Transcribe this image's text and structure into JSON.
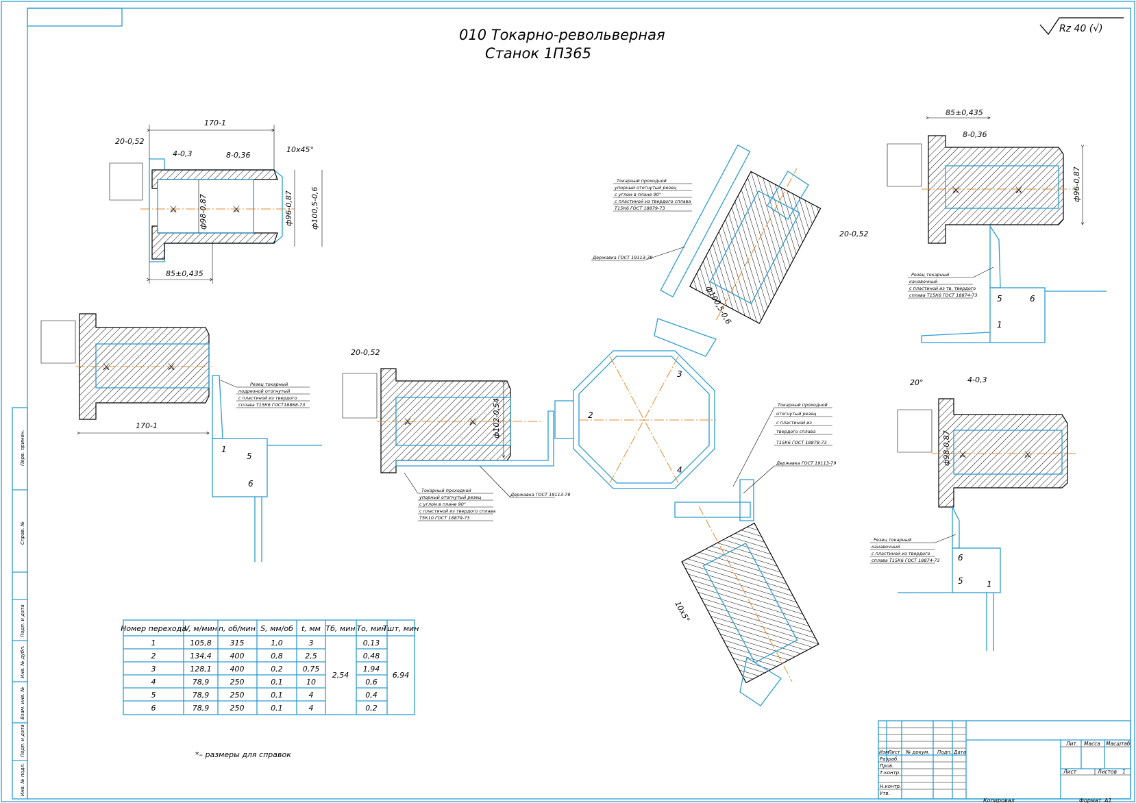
{
  "title": {
    "operation": "010 Токарно-револьверная",
    "machine": "Станок 1П365",
    "roughness": "Rz 40 (√)"
  },
  "table": {
    "headers": [
      "Номер перехода",
      "V, м/мин",
      "n, об/мин",
      "S, мм/об",
      "t, мм",
      "Тб, мин",
      "То, мин",
      "Тшт, мин"
    ],
    "rows": [
      [
        "1",
        "105,8",
        "315",
        "1,0",
        "3",
        "0,13"
      ],
      [
        "2",
        "134,4",
        "400",
        "0,8",
        "2,5",
        "0,48"
      ],
      [
        "3",
        "128,1",
        "400",
        "0,2",
        "0,75",
        "1,94"
      ],
      [
        "4",
        "78,9",
        "250",
        "0,1",
        "10",
        "0,6"
      ],
      [
        "5",
        "78,9",
        "250",
        "0,1",
        "4",
        "0,4"
      ],
      [
        "6",
        "78,9",
        "250",
        "0,1",
        "4",
        "0,2"
      ]
    ],
    "tb_merged": "2,54",
    "tsht_merged": "6,94"
  },
  "note": "*– размеры для справок",
  "dims": {
    "d_170_top": "170-1",
    "d_20_top": "20-0,52",
    "d_4_top": "4-0,3",
    "d_8_top": "8-0,36",
    "d_10x45": "10х45°",
    "d_phi98": "ф98-0,87",
    "d_phi96": "ф96-0,87",
    "d_phi1005": "ф100,5-0,6",
    "d_85_top": "85±0,435",
    "d_170_left": "170-1",
    "d_20_center": "20-0,52",
    "d_phi102": "ф102-0,54",
    "d_20_turret": "20-0,52",
    "d_phi1005_turret": "ф100,5-0,6",
    "d_10x5": "10х5°",
    "d_85_right": "85±0,435",
    "d_8_right": "8-0,36",
    "d_phi96_right": "ф96-0,87",
    "d_20deg": "20°",
    "d_4_right": "4-0,3",
    "d_phi98_right": "ф98-0,87"
  },
  "tool_labels": {
    "cutter_left": [
      "Резец токарный",
      "подрезной отогнутый",
      "с пластиной из твердого",
      "сплава Т15К6 ГОСТ18868-73"
    ],
    "cutter_center": [
      "Токарный проходной",
      "упорный отогнутый резец",
      "с углом в плане 90°",
      "с пластиной из твердого сплава",
      "Т5К10 ГОСТ 18879-73"
    ],
    "holder_center": "Державка ГОСТ 19113-79",
    "cutter_turret_top": [
      "Токарный проходной",
      "упорный отогнутый резец",
      "с углом в плане 90°",
      "с пластиной из твердого сплава",
      "Т15К6 ГОСТ 18879-73"
    ],
    "holder_turret_top": "Державка ГОСТ 19113-79",
    "cutter_turret_right": [
      "Токарный проходной",
      "отогнутый резец",
      "с пластиной из",
      "твердого сплава",
      "Т15К6 ГОСТ 18878-73"
    ],
    "holder_turret_right": "Державка ГОСТ 19113-79",
    "cutter_right_top": [
      "Резец токарный",
      "канавочный",
      "с пластиной из тв. твердого",
      "сплава Т15К6 ГОСТ 18874-73"
    ],
    "cutter_right_bottom": [
      "Резец токарный",
      "канавочный",
      "с пластиной из твердого",
      "сплава Т15К6 ГОСТ 18874-73"
    ]
  },
  "positions": {
    "turret": [
      "2",
      "3",
      "4"
    ],
    "left": [
      "1",
      "5",
      "6"
    ],
    "right_top": [
      "5",
      "6",
      "1"
    ],
    "right_bottom": [
      "6",
      "5",
      "1"
    ]
  },
  "side_stamps": [
    "Перв. примен.",
    "Справ. №",
    "Подп. и дата",
    "Инв. № дубл.",
    "Взам. инв. №",
    "Подп. и дата",
    "Инв. № подл."
  ],
  "title_block": {
    "col_labels": [
      "Изм",
      "Лист",
      "№ докум.",
      "Подп.",
      "Дата"
    ],
    "row_labels": [
      "Разраб.",
      "Пров.",
      "Т.контр.",
      "Н.контр.",
      "Утв."
    ],
    "lit": "Лит.",
    "mass": "Масса",
    "scale": "Масштаб",
    "sheet": "Лист",
    "sheets": "Листов",
    "sheets_value": "1",
    "copied": "Копировал",
    "format": "Формат",
    "format_value": "А1"
  }
}
